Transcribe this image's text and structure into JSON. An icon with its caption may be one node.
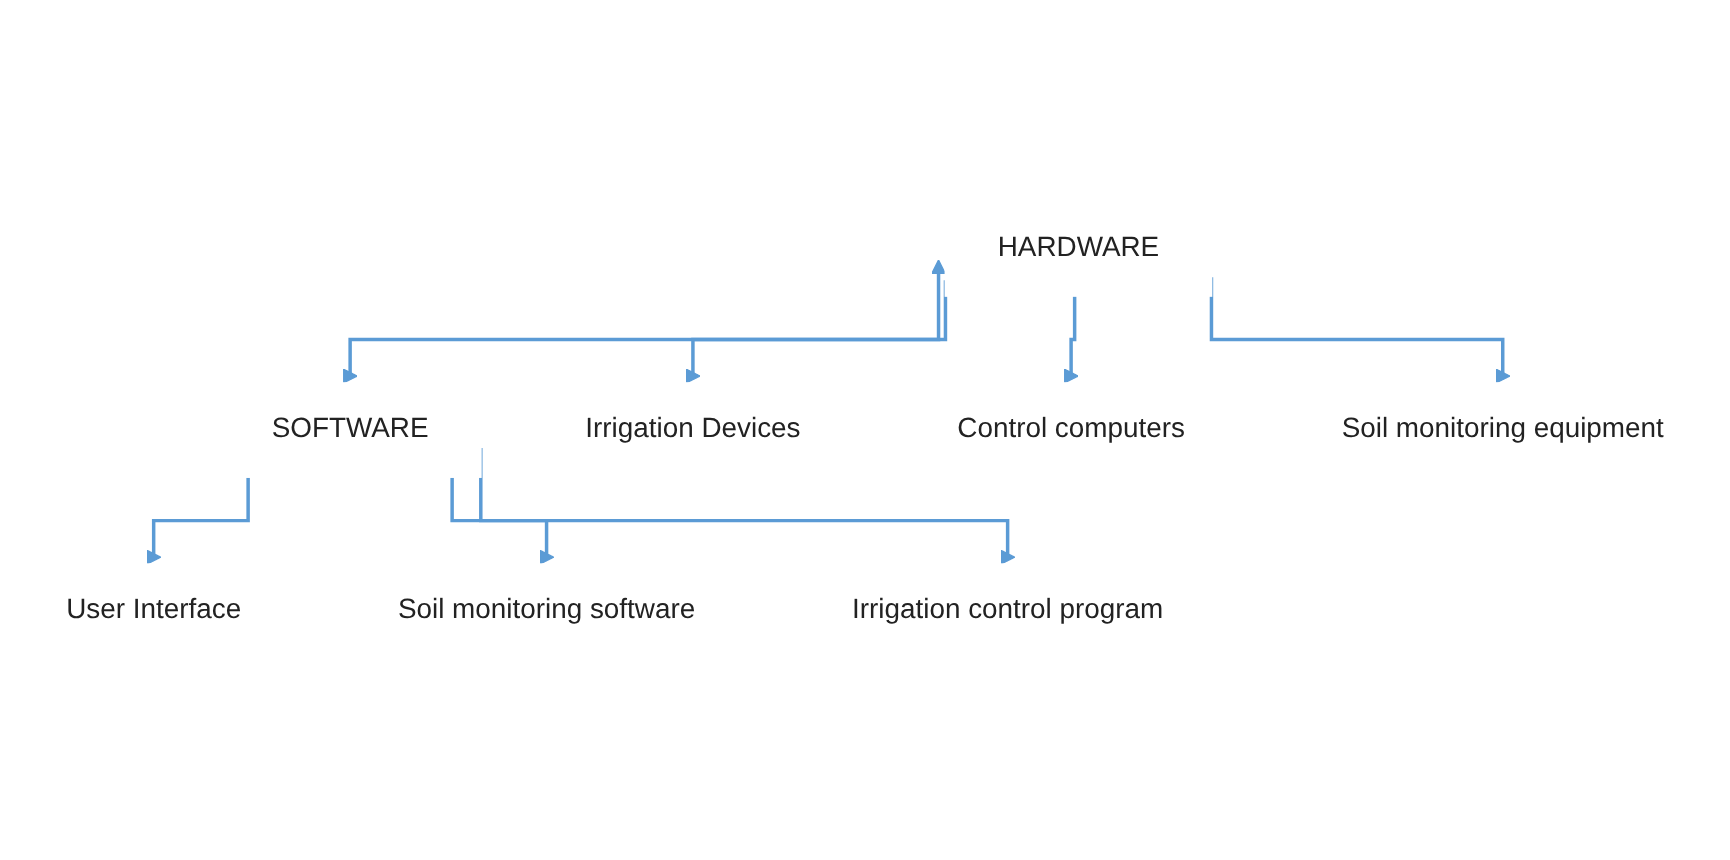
{
  "diagram": {
    "nodes": [
      {
        "text": [
          "HARDWARE"
        ]
      },
      {
        "text": [
          "SOFTWARE"
        ]
      },
      {
        "text": [
          "Irrigation Devices"
        ]
      },
      {
        "text": [
          "Control computers"
        ]
      },
      {
        "text": [
          "Soil monitoring equipment"
        ]
      },
      {
        "text": [
          "User Interface"
        ]
      },
      {
        "text": [
          "Soil monitoring software"
        ]
      },
      {
        "text": [
          "Irrigation control program"
        ]
      }
    ],
    "edges": [
      {
        "from": 0,
        "to": 1,
        "arrow": "both"
      },
      {
        "from": 0,
        "to": 2,
        "arrow": "to"
      },
      {
        "from": 0,
        "to": 3,
        "arrow": "to"
      },
      {
        "from": 0,
        "to": 4,
        "arrow": "to"
      },
      {
        "from": 1,
        "to": 5,
        "arrow": "to"
      },
      {
        "from": 1,
        "to": 6,
        "arrow": "to"
      },
      {
        "from": 1,
        "to": 7,
        "arrow": "to"
      }
    ]
  }
}
